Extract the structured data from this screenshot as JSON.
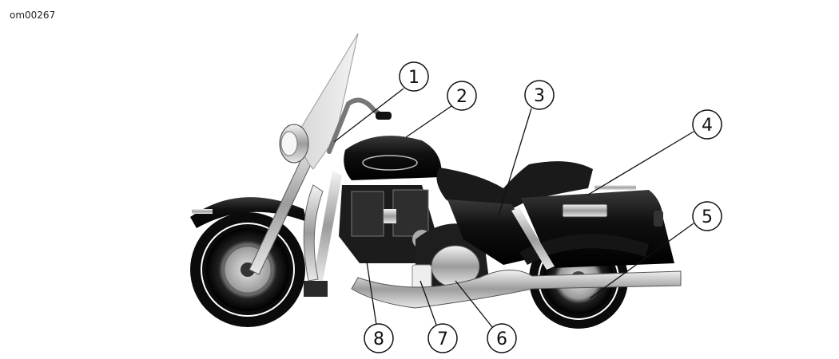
{
  "figure": {
    "code": "om00267",
    "callouts": [
      {
        "number": "1"
      },
      {
        "number": "2"
      },
      {
        "number": "3"
      },
      {
        "number": "4"
      },
      {
        "number": "5"
      },
      {
        "number": "6"
      },
      {
        "number": "7"
      },
      {
        "number": "8"
      }
    ]
  },
  "colors": {
    "line": "#111111",
    "paint_dark": "#121212",
    "chrome": "#cfcfcf",
    "background": "#ffffff"
  }
}
